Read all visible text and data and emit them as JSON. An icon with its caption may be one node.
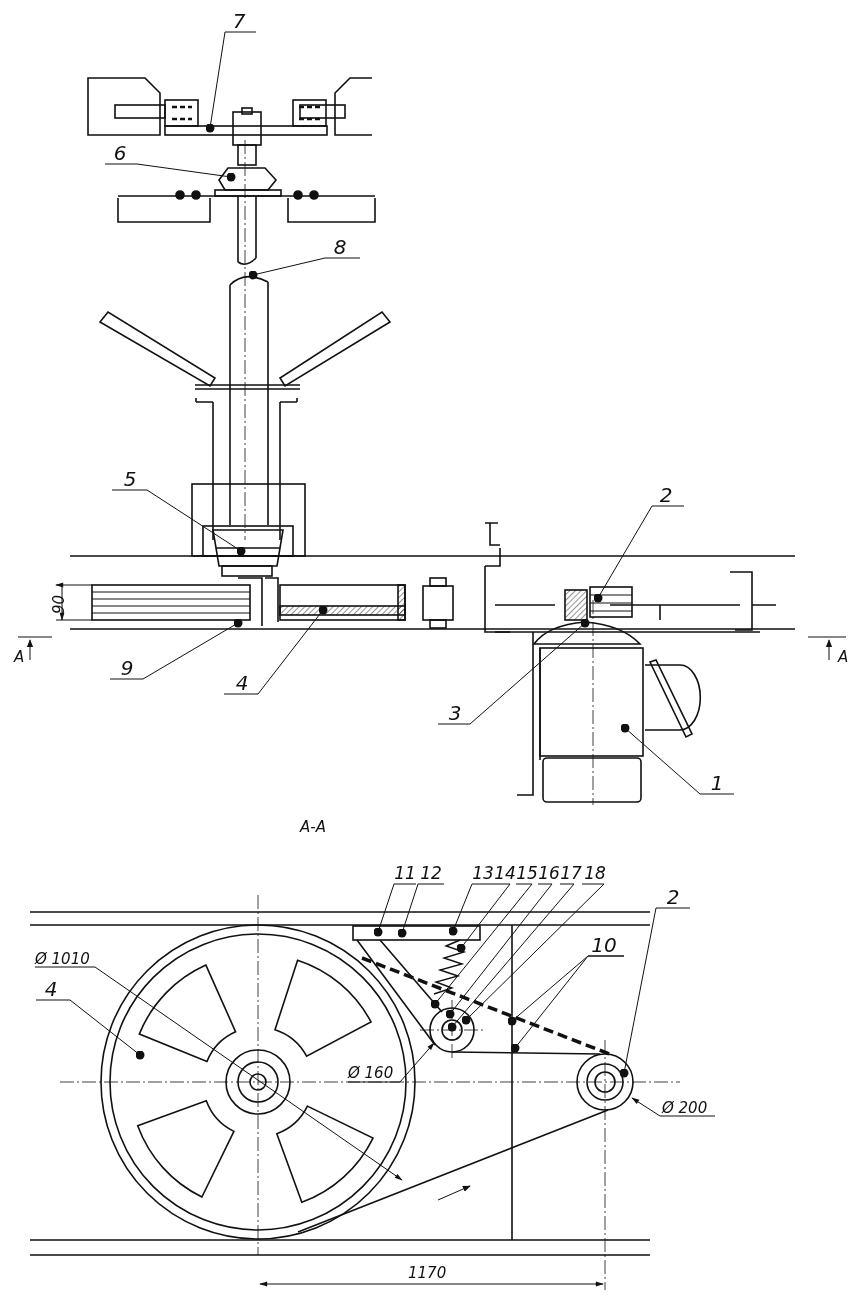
{
  "diagram": {
    "nodes": [
      {
        "text": [
          "7"
        ]
      },
      {
        "text": [
          "6"
        ]
      },
      {
        "text": [
          "8"
        ]
      },
      {
        "text": [
          "5"
        ]
      },
      {
        "text": [
          "2"
        ]
      },
      {
        "text": [
          "9"
        ]
      },
      {
        "text": [
          "4"
        ]
      },
      {
        "text": [
          "3"
        ]
      },
      {
        "text": [
          "1"
        ]
      },
      {
        "text": [
          "11"
        ]
      },
      {
        "text": [
          "12"
        ]
      },
      {
        "text": [
          "13"
        ]
      },
      {
        "text": [
          "14"
        ]
      },
      {
        "text": [
          "15"
        ]
      },
      {
        "text": [
          "16"
        ]
      },
      {
        "text": [
          "17"
        ]
      },
      {
        "text": [
          "18"
        ]
      },
      {
        "text": [
          "10"
        ]
      },
      {
        "text": [
          "4"
        ]
      },
      {
        "text": [
          "2"
        ]
      }
    ],
    "edges": [
      {
        "from": 0,
        "to": null,
        "arrow": "other"
      },
      {
        "from": 1,
        "to": null,
        "arrow": "other"
      },
      {
        "from": 2,
        "to": null,
        "arrow": "other"
      },
      {
        "from": 3,
        "to": null,
        "arrow": "other"
      },
      {
        "from": 4,
        "to": null,
        "arrow": "other"
      },
      {
        "from": 5,
        "to": null,
        "arrow": "other"
      },
      {
        "from": 6,
        "to": null,
        "arrow": "other"
      },
      {
        "from": 7,
        "to": null,
        "arrow": "other"
      },
      {
        "from": 8,
        "to": null,
        "arrow": "other"
      },
      {
        "from": 9,
        "to": null,
        "arrow": "other"
      },
      {
        "from": 10,
        "to": null,
        "arrow": "other"
      },
      {
        "from": 11,
        "to": null,
        "arrow": "other"
      },
      {
        "from": 12,
        "to": null,
        "arrow": "other"
      },
      {
        "from": 13,
        "to": null,
        "arrow": "other"
      },
      {
        "from": 14,
        "to": null,
        "arrow": "other"
      },
      {
        "from": 15,
        "to": null,
        "arrow": "other"
      },
      {
        "from": 16,
        "to": null,
        "arrow": "other"
      },
      {
        "from": 17,
        "to": null,
        "arrow": "other"
      },
      {
        "from": 17,
        "to": null,
        "arrow": "other"
      },
      {
        "from": 18,
        "to": null,
        "arrow": "other"
      },
      {
        "from": 19,
        "to": null,
        "arrow": "other"
      }
    ],
    "labels": [
      "90",
      "A",
      "A",
      "A-A",
      "Ø 1010",
      "Ø 160",
      "Ø 200",
      "1170"
    ]
  }
}
